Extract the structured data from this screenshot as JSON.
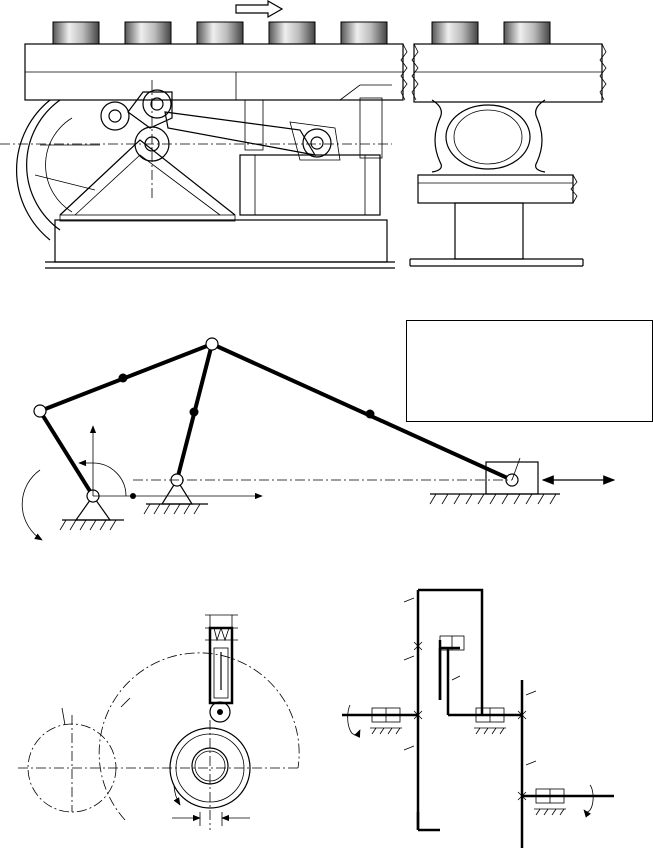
{
  "figure": {
    "panels": [
      "machine-elevation",
      "linkage-scheme",
      "cam-mechanism",
      "gear-train"
    ],
    "empty_label_box": ""
  }
}
